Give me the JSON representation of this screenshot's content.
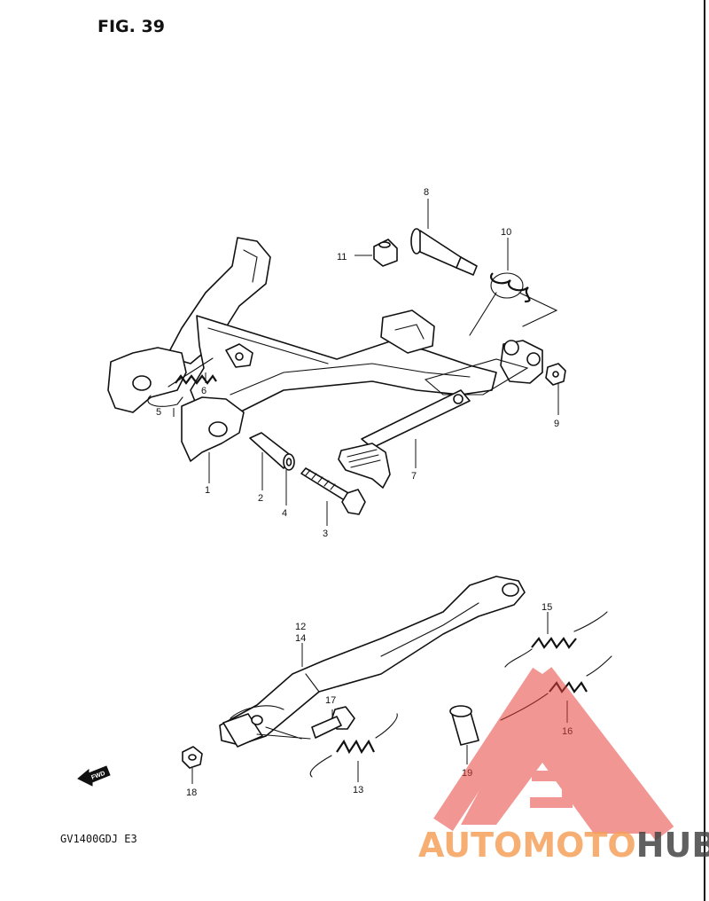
{
  "figure_title": "FIG. 39",
  "model_code": "GV1400GDJ  E3",
  "fwd_label": "FWD",
  "watermark": {
    "part1": "AUTOMOTO",
    "part2": "HUB",
    "accent": "#e8423c"
  },
  "callouts": {
    "c1": "1",
    "c2": "2",
    "c3": "3",
    "c4": "4",
    "c5": "5",
    "c6": "6",
    "c7": "7",
    "c8": "8",
    "c9": "9",
    "c10": "10",
    "c11": "11",
    "c12": "12",
    "c14": "14",
    "c13": "13",
    "c15": "15",
    "c16": "16",
    "c17": "17",
    "c18": "18",
    "c19": "19"
  }
}
